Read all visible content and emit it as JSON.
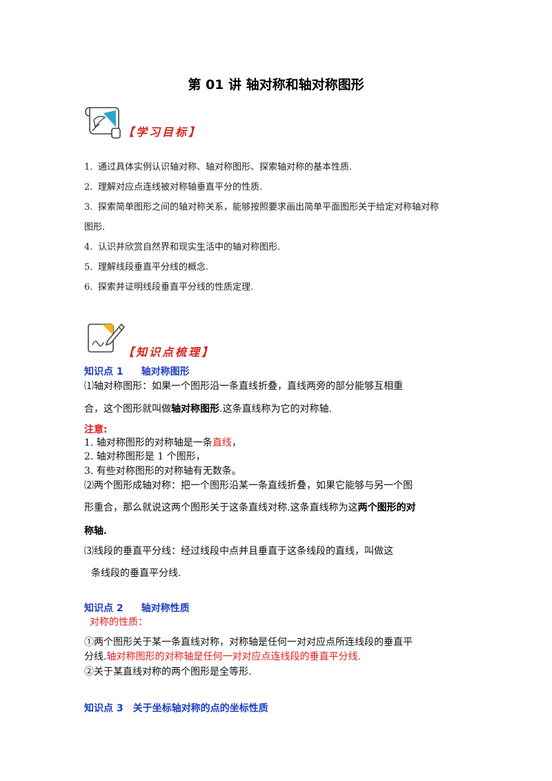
{
  "title": "第 01 讲    轴对称和轴对称图形",
  "goals_badge": "【学习目标】",
  "goals": [
    {
      "num": "1.",
      "text": "通过具体实例认识轴对称、轴对称图形、探索轴对称的基本性质."
    },
    {
      "num": "2.",
      "text": "理解对应点连线被对称轴垂直平分的性质."
    },
    {
      "num": "3.",
      "text": "探索简单图形之间的轴对称关系，能够按照要求画出简单平面图形关于给定对称轴对称"
    },
    {
      "num": "",
      "text": "图形."
    },
    {
      "num": "4.",
      "text": "认识并欣赏自然界和现实生活中的轴对称图形."
    },
    {
      "num": "5.",
      "text": "理解线段垂直平分线的概念."
    },
    {
      "num": "6.",
      "text": "探索并证明线段垂直平分线的性质定理."
    }
  ],
  "knowledge_badge": "【知识点梳理】",
  "k1": {
    "label": "知识点 1",
    "name": "轴对称图形",
    "p1_line1": "⑴轴对称图形：如果一个图形沿一条直线折叠，直线两旁的部分能够互相重",
    "p1_line2_a": "合，这个图形就叫做",
    "p1_line2_bold": "轴对称图形",
    "p1_line2_b": ".这条直线称为它的对称轴.",
    "note_head": "注意:",
    "note1_a": "1. 轴对称图形的对称轴是一条",
    "note1_red": "直线",
    "note1_b": "，",
    "note2": "2. 轴对称图形是 1 个图形，",
    "note3": "3. 有些对称图形的对称轴有无数条。",
    "p2_line1": "⑵两个图形成轴对称：把一个图形沿某一条直线折叠，如果它能够与另一个图",
    "p2_line2_a": "形重合，那么就说这两个图形关于这条直线对称.这条直线称为这",
    "p2_line2_bold": "两个图形的对",
    "p2_line3_bold": "称轴.",
    "p3_line1": "⑶线段的垂直平分线：经过线段中点并且垂直于这条线段的直线，叫做这",
    "p3_line2": "条线段的垂直平分线."
  },
  "k2": {
    "label": "知识点 2",
    "name": "轴对称性质",
    "sub": "对称的性质：",
    "l1": "①两个图形关于某一条直线对称，对称轴是任何一对对应点所连线段的垂直平",
    "l2_a": "分线.",
    "l2_red": "轴对称图形的对称轴是任何一对对应点连线段的垂直平分线.",
    "l3": "②关于某直线对称的两个图形是全等形."
  },
  "k3": {
    "label": "知识点 3",
    "name": "关于坐标轴对称的点的坐标性质"
  },
  "colors": {
    "accent_blue": "#1f3fbf",
    "accent_red": "#e0201d"
  }
}
